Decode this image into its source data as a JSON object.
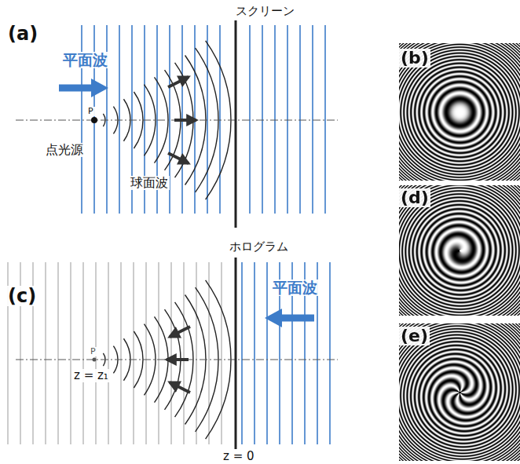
{
  "diagram": {
    "labels": [
      "スクリーン",
      "(a)",
      "平面波",
      "P",
      "点光源",
      "球面波",
      "ホログラム",
      "(c)",
      "平面波",
      "P",
      "z = z₁",
      "z = 0",
      "(b)",
      "(d)",
      "(e)"
    ]
  }
}
